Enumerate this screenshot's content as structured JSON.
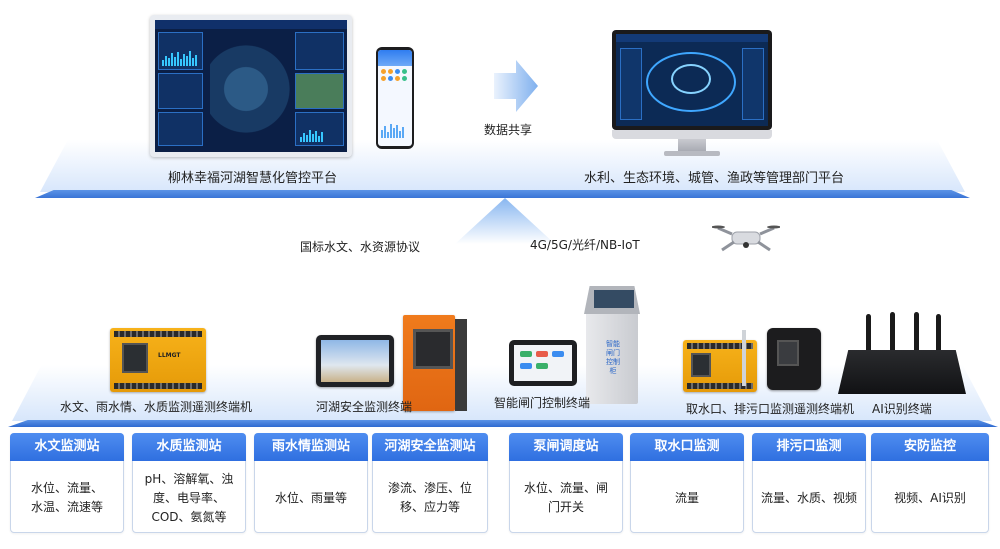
{
  "top": {
    "left_platform_label": "柳林幸福河湖智慧化管控平台",
    "right_platform_label": "水利、生态环境、城管、渔政等管理部门平台",
    "share_label": "数据共享"
  },
  "middle": {
    "protocol_label": "国标水文、水资源协议",
    "network_label": "4G/5G/光纤/NB-IoT"
  },
  "devices": {
    "hydro_label": "水文、雨水情、水质监测遥测终端机",
    "river_safety_label": "河湖安全监测终端",
    "gate_label": "智能闸门控制终端",
    "gate_cabinet_text": "智能闸门控制柜",
    "outlet_label": "取水口、排污口监测遥测终端机",
    "ai_label": "AI识别终端",
    "rtu_logo": "LLMGT"
  },
  "cards": [
    {
      "title": "水文监测站",
      "body": "水位、流量、\n水温、流速等"
    },
    {
      "title": "水质监测站",
      "body": "pH、溶解氧、浊\n度、电导率、\nCOD、氨氮等"
    },
    {
      "title": "雨水情监测站",
      "body": "水位、雨量等"
    },
    {
      "title": "河湖安全监测站",
      "body": "渗流、渗压、位\n移、应力等"
    },
    {
      "title": "泵闸调度站",
      "body": "水位、流量、闸\n门开关"
    },
    {
      "title": "取水口监测",
      "body": "流量"
    },
    {
      "title": "排污口监测",
      "body": "流量、水质、视频"
    },
    {
      "title": "安防监控",
      "body": "视频、AI识别"
    }
  ],
  "colors": {
    "accent_blue": "#2f6fe0",
    "platform_blue": "#3a74d6",
    "rtu_yellow": "#f7b21a",
    "cabinet_orange": "#f07b1c"
  }
}
